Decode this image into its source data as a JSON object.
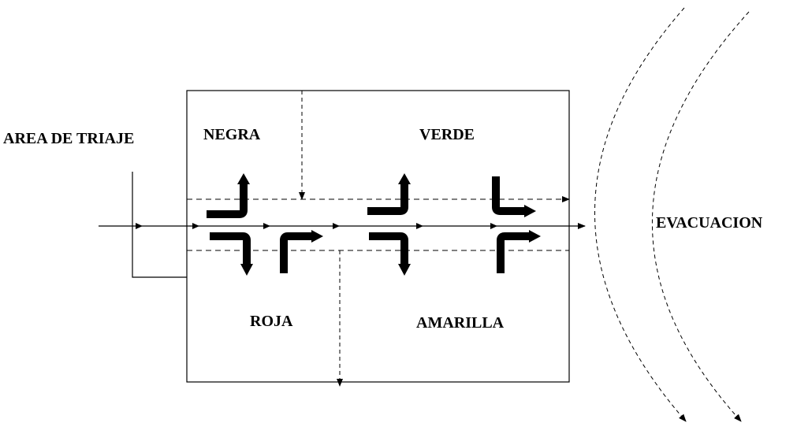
{
  "labels": {
    "triage_area": "AREA DE TRIAJE",
    "black_zone": "NEGRA",
    "green_zone": "VERDE",
    "red_zone": "ROJA",
    "yellow_zone": "AMARILLA",
    "evacuation": "EVACUACION"
  }
}
